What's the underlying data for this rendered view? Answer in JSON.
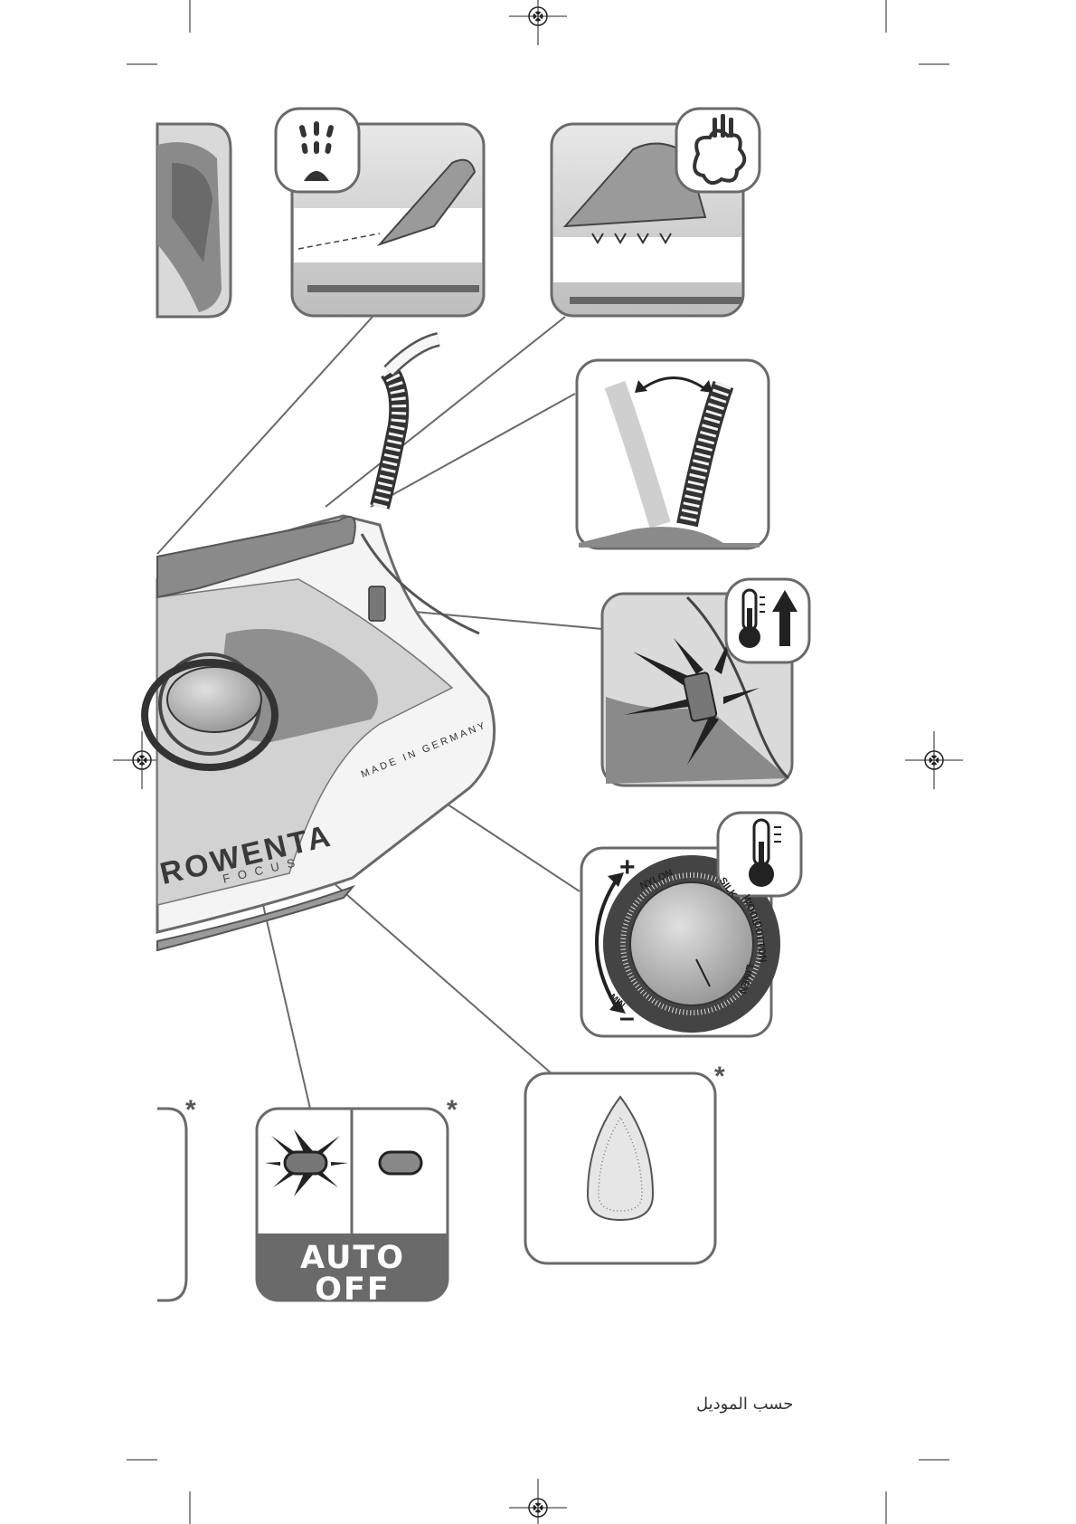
{
  "brand": {
    "logo_text": "ROWENTA",
    "model_text": "FOCUS",
    "origin_text": "MADE IN GERMANY"
  },
  "auto_off": {
    "label": "AUTO OFF"
  },
  "footnote": {
    "marker": "*",
    "text": "حسب الموديل"
  },
  "dial": {
    "plus": "+",
    "minus": "–",
    "settings": [
      "NYLON",
      "SILK",
      "WOOL",
      "COTTON",
      "LINEN",
      "MIN"
    ]
  },
  "icons": [
    "steam-burst-icon",
    "vertical-steam-icon",
    "cord-pivot-icon",
    "thermometer-up-icon",
    "thermometer-icon",
    "registration-mark-icon",
    "auto-off-light-icon",
    "soleplate-icon"
  ],
  "colors": {
    "line": "#555555",
    "grey_dark": "#6a6a6a",
    "grey_mid": "#9a9a9a",
    "grey_light": "#d2d2d2",
    "panel_fill": "#ffffff"
  }
}
